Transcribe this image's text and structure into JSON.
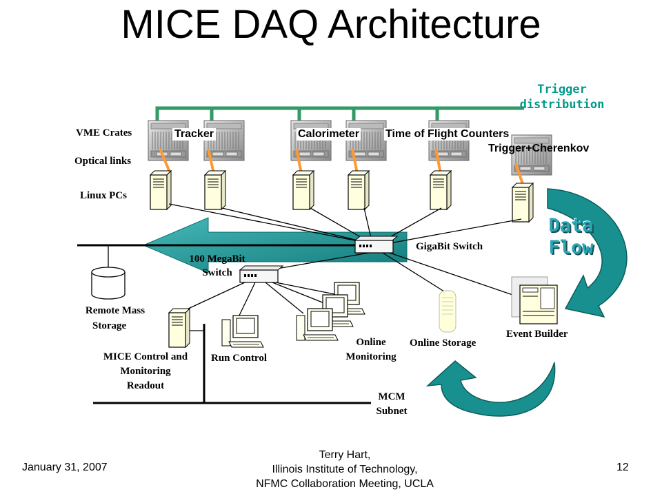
{
  "title": "MICE DAQ Architecture",
  "labels": {
    "trigger_distribution": [
      "Trigger",
      "distribution"
    ],
    "vme_crates": "VME Crates",
    "optical_links": "Optical links",
    "linux_pcs": "Linux PCs",
    "tracker": "Tracker",
    "calorimeter": "Calorimeter",
    "time_of_flight": "Time of Flight Counters",
    "trigger_cherenkov": "Trigger+Cherenkov",
    "gigabit_switch": "GigaBit Switch",
    "megabit_switch": [
      "100 MegaBit",
      "Switch"
    ],
    "remote_mass_storage": [
      "Remote Mass",
      "Storage"
    ],
    "mice_control": [
      "MICE Control and",
      "Monitoring",
      "Readout"
    ],
    "run_control": "Run Control",
    "online_monitoring": [
      "Online",
      "Monitoring"
    ],
    "online_storage": "Online Storage",
    "event_builder": "Event Builder",
    "mcm_subnet": [
      "MCM",
      "Subnet"
    ],
    "data_flow": [
      "Data",
      "Flow"
    ]
  },
  "footer": {
    "date": "January 31, 2007",
    "author_lines": [
      "Terry Hart,",
      "Illinois Institute of Technology,",
      "NFMC Collaboration Meeting, UCLA"
    ],
    "page": "12"
  },
  "colors": {
    "trigger_line": "#339966",
    "optical_link": "#ff9933",
    "arrow_fill": "#33aaaa",
    "arrow_dark": "#006666",
    "network_line": "#000000"
  }
}
